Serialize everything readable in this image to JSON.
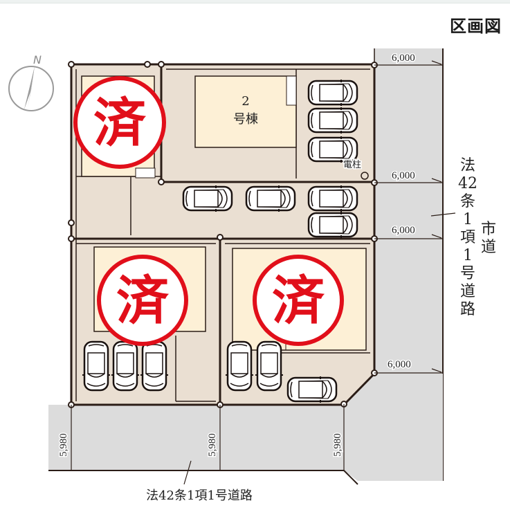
{
  "header": {
    "title": "区画図"
  },
  "compass": {
    "icon": "north-arrow-icon",
    "label": "N"
  },
  "colors": {
    "lot_fill": "#eadfd2",
    "building_fill": "#fdf0d6",
    "road_fill": "#dcdcdc",
    "line": "#2b1d17",
    "sold_stamp": "#e10f1a"
  },
  "lots": [
    {
      "id": "lot-1",
      "status": "sold",
      "stamp": "済"
    },
    {
      "id": "lot-2",
      "label_line1": "2",
      "label_line2": "号棟",
      "status": "available"
    },
    {
      "id": "lot-3",
      "status": "sold",
      "stamp": "済"
    },
    {
      "id": "lot-4",
      "status": "sold",
      "stamp": "済"
    }
  ],
  "utility_pole": {
    "label": "電柱"
  },
  "dimensions": {
    "east_road_widths": [
      "6,000",
      "6,000",
      "6,000",
      "6,000"
    ],
    "south_road_widths": [
      "5,980",
      "5,980",
      "5,980"
    ]
  },
  "roads": {
    "east": {
      "line1": [
        "法",
        "42",
        "条",
        "1",
        "項",
        "1",
        "号",
        "道",
        "路"
      ],
      "line2": [
        "市",
        "道"
      ]
    },
    "south": {
      "label": "法42条1項1号道路"
    }
  },
  "parking_counts": {
    "lot-2_right": 3,
    "shared_lane": 4,
    "lot-3": 3,
    "lot-4": 3
  }
}
